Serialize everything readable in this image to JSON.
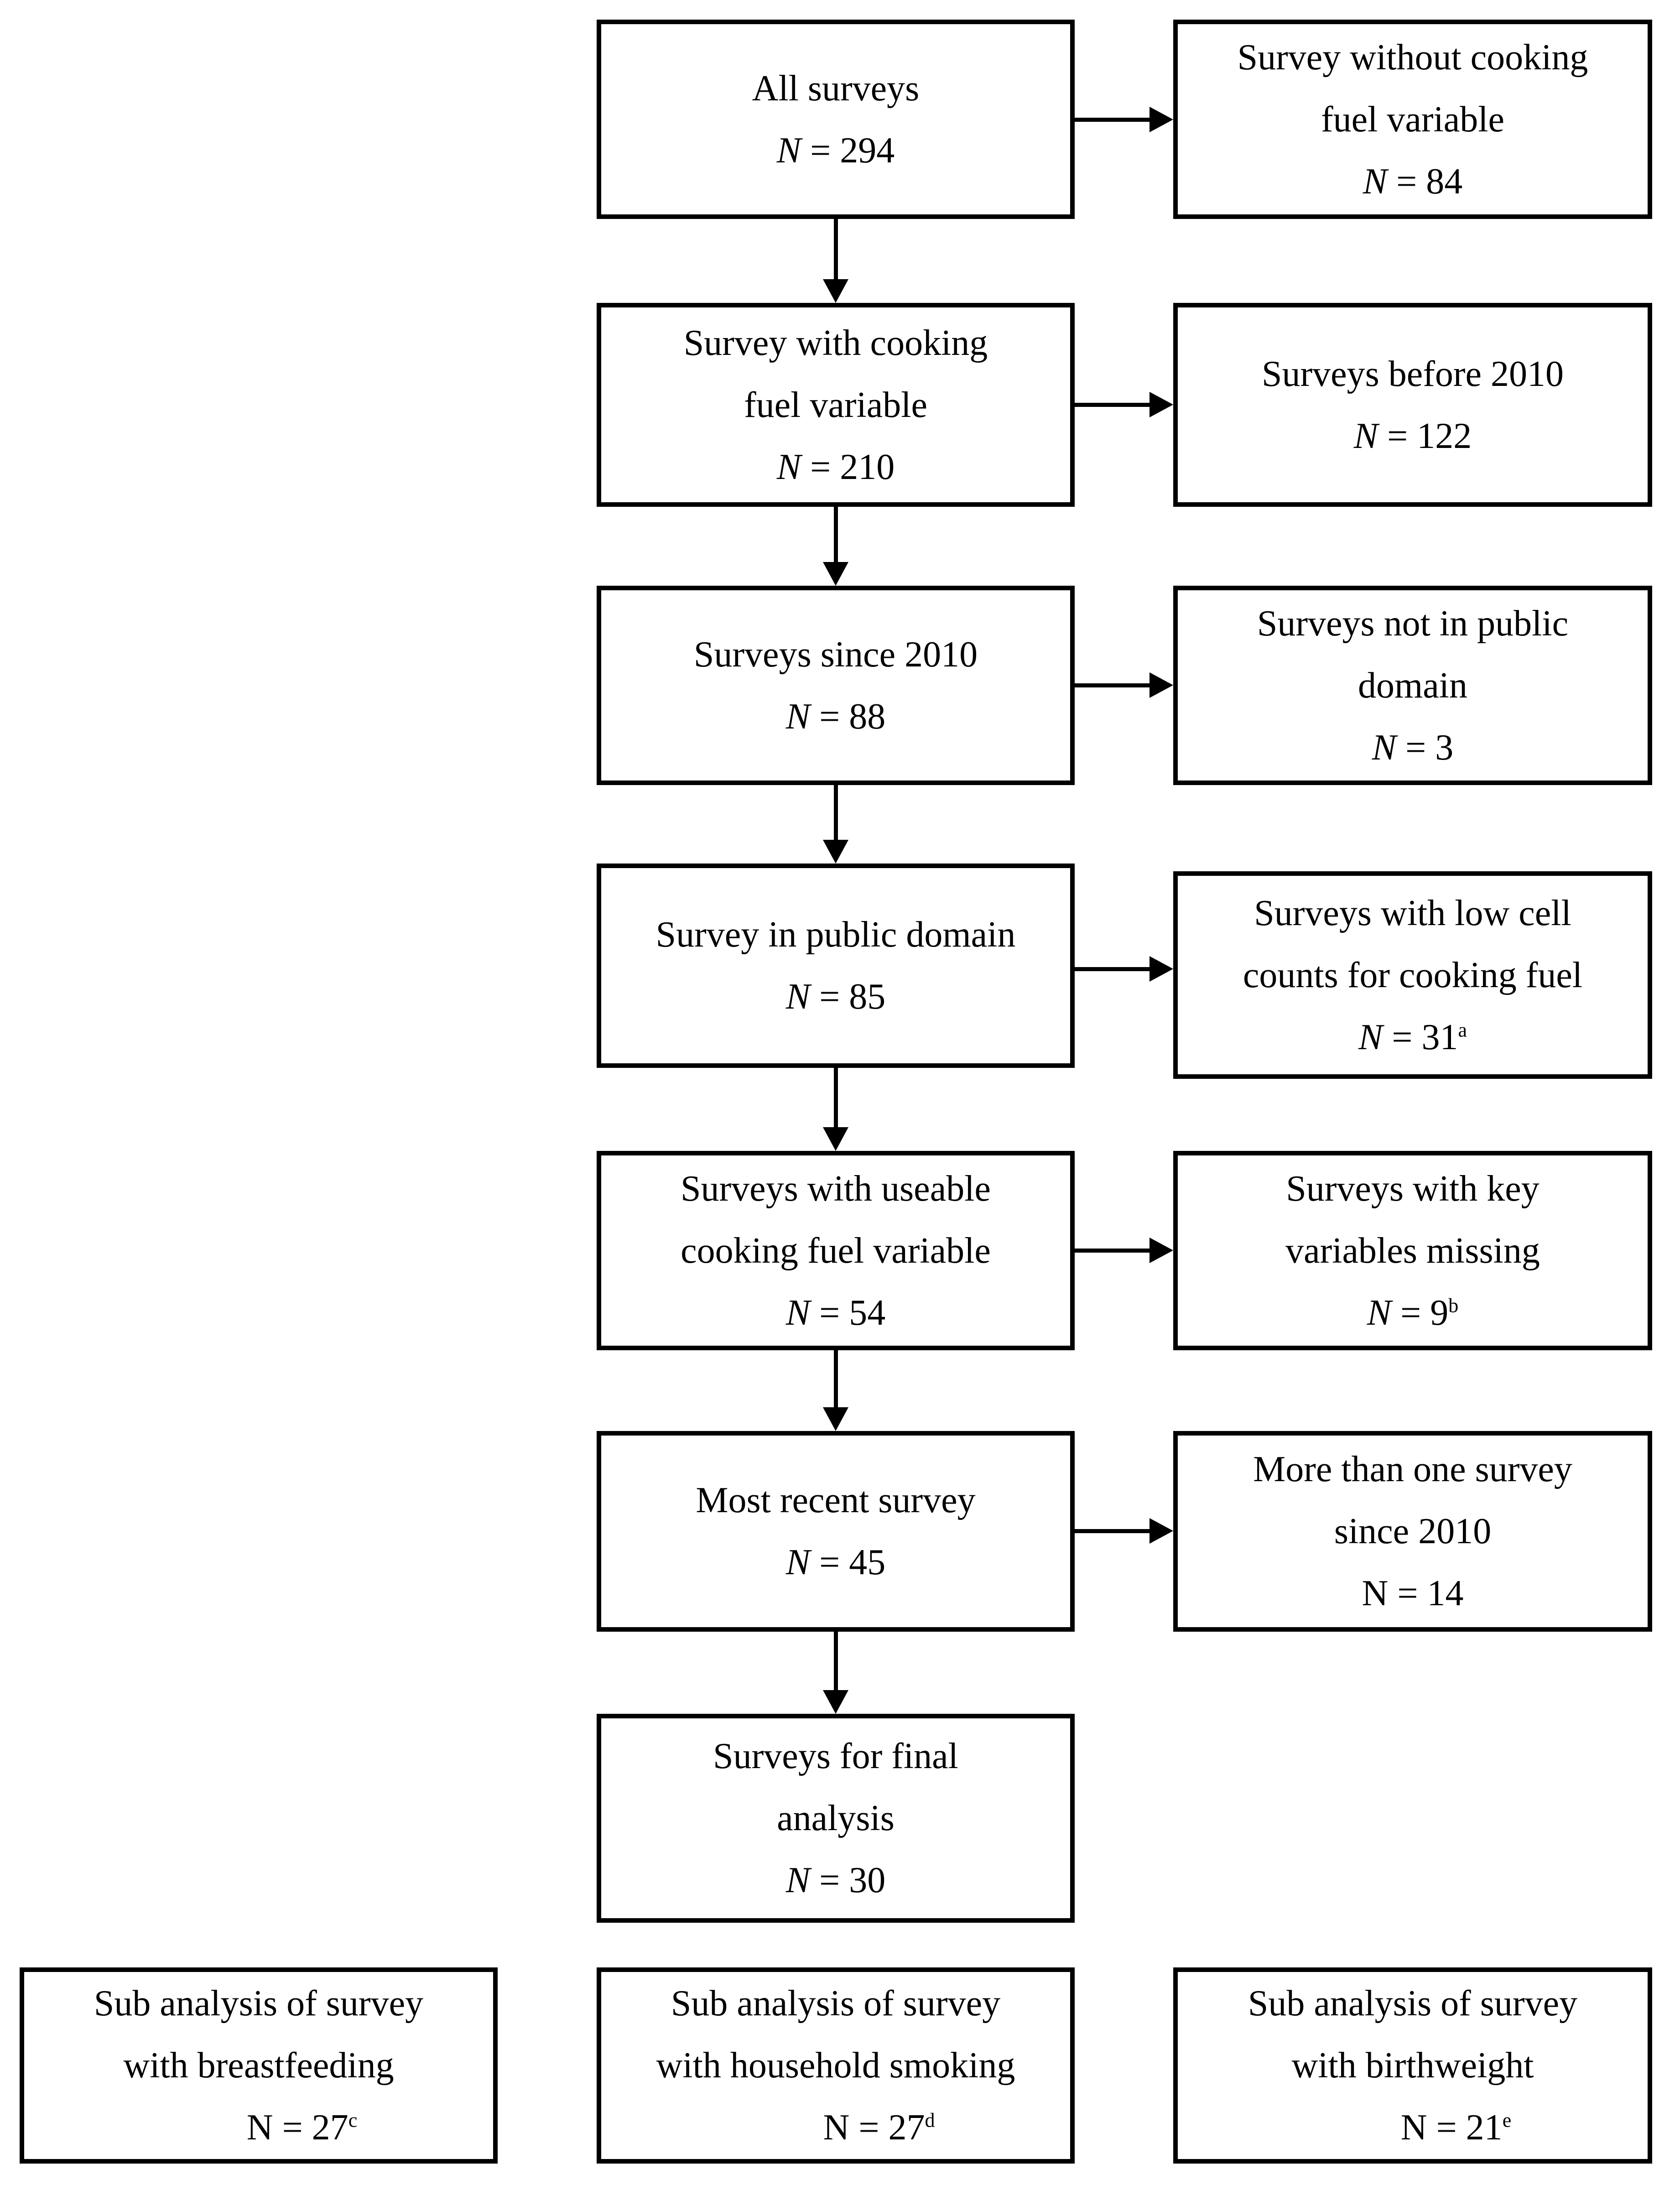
{
  "figure": {
    "type": "flow-diagram",
    "background_color": "#ffffff",
    "line_color": "#000000",
    "main": [
      {
        "lines": [
          "All surveys"
        ],
        "n_var": "N",
        "n_rest": " = 294",
        "n_sup": "",
        "n_italic": true
      },
      {
        "lines": [
          "Survey with cooking",
          "fuel variable"
        ],
        "n_var": "N",
        "n_rest": " = 210",
        "n_sup": "",
        "n_italic": true
      },
      {
        "lines": [
          "Surveys since 2010"
        ],
        "n_var": "N",
        "n_rest": " = 88",
        "n_sup": "",
        "n_italic": true
      },
      {
        "lines": [
          "Survey in public domain"
        ],
        "n_var": "N",
        "n_rest": " = 85",
        "n_sup": "",
        "n_italic": true
      },
      {
        "lines": [
          "Surveys with useable",
          "cooking fuel variable"
        ],
        "n_var": "N",
        "n_rest": " = 54",
        "n_sup": "",
        "n_italic": true
      },
      {
        "lines": [
          "Most recent survey"
        ],
        "n_var": "N",
        "n_rest": " = 45",
        "n_sup": "",
        "n_italic": true
      },
      {
        "lines": [
          "Surveys for final",
          "analysis"
        ],
        "n_var": "N",
        "n_rest": " = 30",
        "n_sup": "",
        "n_italic": true
      }
    ],
    "excluded": [
      {
        "lines": [
          "Survey without cooking",
          "fuel variable"
        ],
        "n_var": "N",
        "n_rest": " = 84",
        "n_sup": "",
        "n_italic": true
      },
      {
        "lines": [
          "Surveys before 2010"
        ],
        "n_var": "N",
        "n_rest": " = 122",
        "n_sup": "",
        "n_italic": true
      },
      {
        "lines": [
          "Surveys not in public",
          "domain"
        ],
        "n_var": "N",
        "n_rest": " = 3",
        "n_sup": "",
        "n_italic": true
      },
      {
        "lines": [
          "Surveys with low cell",
          "counts for cooking fuel"
        ],
        "n_var": "N",
        "n_rest": " = 31",
        "n_sup": "a",
        "n_italic": true
      },
      {
        "lines": [
          "Surveys with key",
          "variables missing"
        ],
        "n_var": "N",
        "n_rest": " = 9",
        "n_sup": "b",
        "n_italic": true
      },
      {
        "lines": [
          "More than one survey",
          "since 2010"
        ],
        "n_var": "N",
        "n_rest": " = 14",
        "n_sup": "",
        "n_italic": false
      }
    ],
    "sub_analyses": [
      {
        "lines": [
          "Sub analysis of survey",
          "with breastfeeding"
        ],
        "n_var": "N",
        "n_rest": " = 27",
        "n_sup": "c",
        "n_italic": false
      },
      {
        "lines": [
          "Sub analysis of survey",
          "with household smoking"
        ],
        "n_var": "N",
        "n_rest": " = 27",
        "n_sup": "d",
        "n_italic": false
      },
      {
        "lines": [
          "Sub analysis of survey",
          "with birthweight"
        ],
        "n_var": "N",
        "n_rest": " = 21",
        "n_sup": "e",
        "n_italic": false
      }
    ]
  }
}
